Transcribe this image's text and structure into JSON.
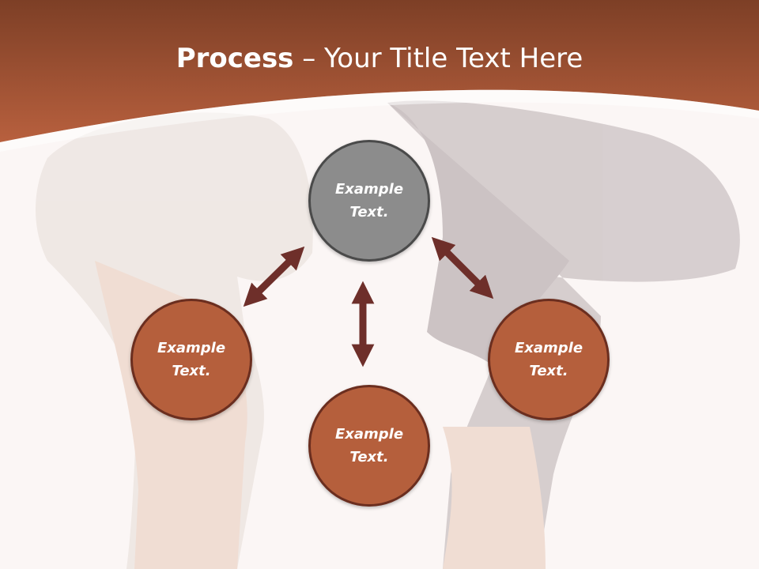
{
  "title": {
    "bold": "Process",
    "rest": " – Your Title Text Here"
  },
  "nodes": {
    "top": {
      "line1": "Example",
      "line2": "Text."
    },
    "left": {
      "line1": "Example",
      "line2": "Text."
    },
    "bottom": {
      "line1": "Example",
      "line2": "Text."
    },
    "right": {
      "line1": "Example",
      "line2": "Text."
    }
  },
  "colors": {
    "header": "#a9583a",
    "arrow": "#6e2f2a",
    "node_top": "#8c8c8c",
    "node_brown": "#b55f3c"
  }
}
